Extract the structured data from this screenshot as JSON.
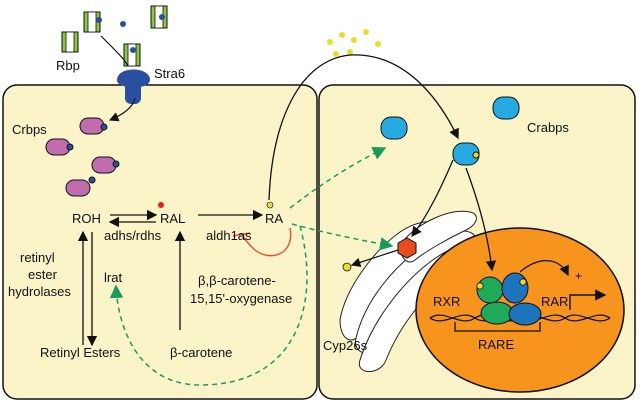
{
  "labels": {
    "rbp": "Rbp",
    "stra6": "Stra6",
    "crbps": "Crbps",
    "crabps": "Crabps",
    "roh": "ROH",
    "ral": "RAL",
    "ra": "RA",
    "adhs_rdhs": "adhs/rdhs",
    "aldh1as": "aldh1as",
    "retinyl_1": "retinyl",
    "retinyl_2": "ester",
    "retinyl_3": "hydrolases",
    "lrat": "lrat",
    "bco_1": "β,β-carotene-",
    "bco_2": "15,15'-oxygenase",
    "retinyl_esters": "Retinyl Esters",
    "beta_carotene": "β-carotene",
    "cyp26s": "Cyp26s",
    "rxr": "RXR",
    "rar": "RAR",
    "rare": "RARE",
    "plus": "+"
  },
  "colors": {
    "cell_fill": "#fbf4c9",
    "nucleus": "#f7941d",
    "rbp_green": "#8dc63f",
    "crbp_purple": "#c06db0",
    "crabp_blue": "#27aae1",
    "stra6_blue": "#2b4fa0",
    "ra_yellow": "#e8de2e",
    "rxr_green": "#1faa5b",
    "rar_blue": "#1c75bc",
    "dashed_green": "#1a9a5a",
    "inhibit_red": "#e5502a",
    "cyp_red": "#e74c1c"
  }
}
